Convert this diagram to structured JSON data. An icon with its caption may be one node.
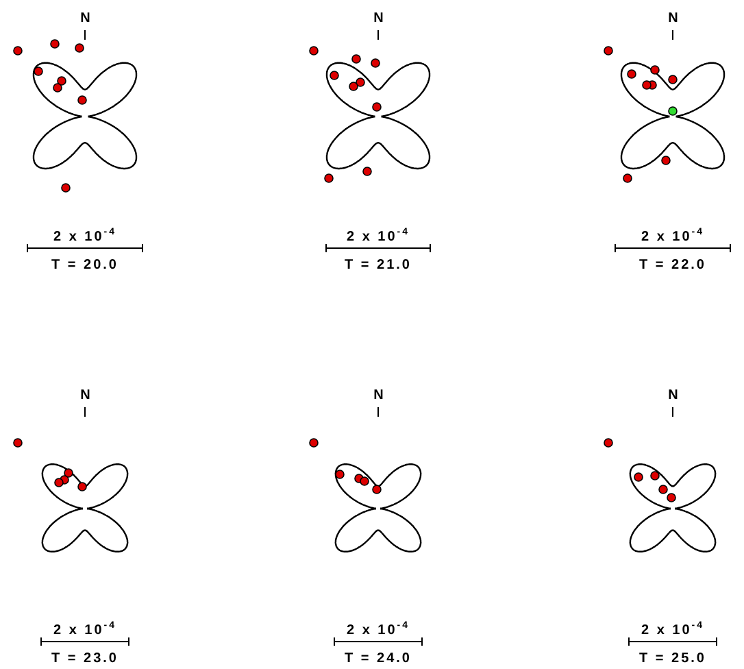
{
  "diagram": {
    "labels": [
      "N",
      "N",
      "N",
      "2 x 10$^{-4}$",
      "2 x 10$^{-4}$",
      "2 x 10$^{-4}$",
      "T = 20.0",
      "T = 21.0",
      "T = 22.0",
      "N",
      "N",
      "N",
      "2 x 10$^{-4}$",
      "2 x 10$^{-4}$",
      "2 x 10$^{-4}$",
      "T = 23.0",
      "T = 24.0",
      "T = 25.0"
    ]
  }
}
